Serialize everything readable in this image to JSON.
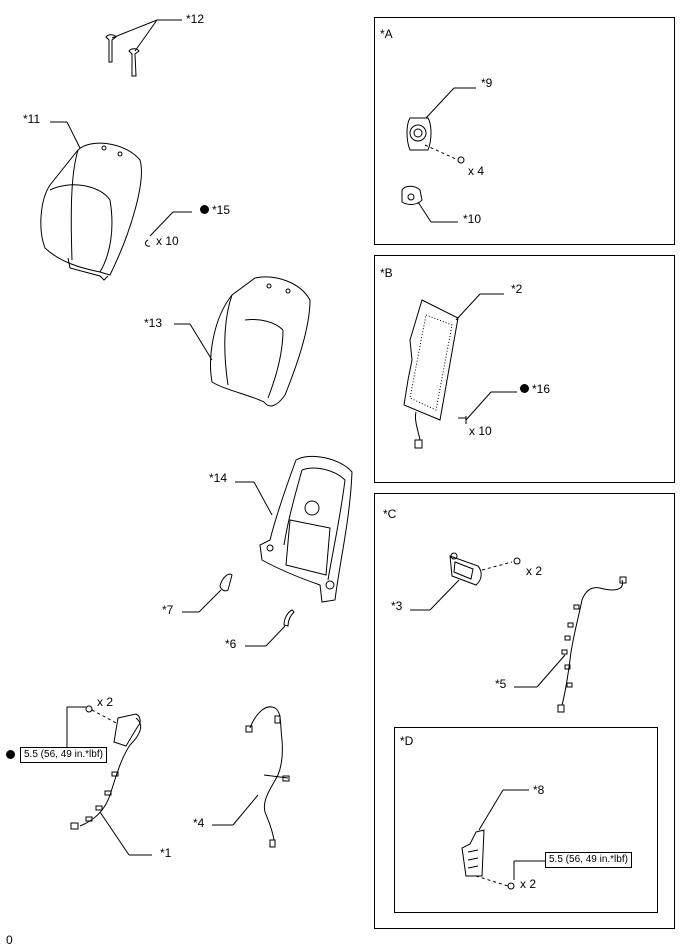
{
  "parts": {
    "p1": "*1",
    "p2": "*2",
    "p3": "*3",
    "p4": "*4",
    "p5": "*5",
    "p6": "*6",
    "p7": "*7",
    "p8": "*8",
    "p9": "*9",
    "p10": "*10",
    "p11": "*11",
    "p12": "*12",
    "p13": "*13",
    "p14": "*14",
    "p15": "*15",
    "p16": "*16"
  },
  "panels": {
    "A": "*A",
    "B": "*B",
    "C": "*C",
    "D": "*D"
  },
  "quantities": {
    "q_p15": "x 10",
    "q_p9": "x 4",
    "q_p16": "x 10",
    "q_p3": "x 2",
    "q_p1": "x 2",
    "q_p8": "x 2"
  },
  "torque": {
    "left": "5.5 (56, 49 in.*lbf)",
    "panel_d": "5.5 (56, 49 in.*lbf)"
  },
  "footer": "0",
  "colors": {
    "line": "#000000",
    "background": "#ffffff"
  }
}
